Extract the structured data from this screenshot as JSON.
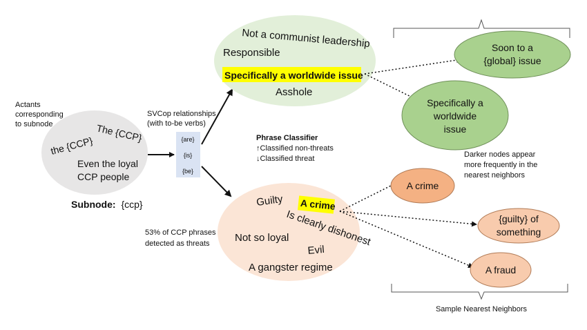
{
  "actants_label": [
    "Actants",
    "corresponding",
    "to subnode"
  ],
  "subnode": {
    "phrases": [
      "The {CCP}",
      "the {CCP}",
      "Even the loyal",
      "CCP people"
    ],
    "caption_bold": "Subnode:",
    "caption_value": "{ccp}"
  },
  "svcop": {
    "label": [
      "SVCop relationships",
      "(with to-be verbs)"
    ],
    "verbs": [
      "{are}",
      "{is}",
      "{be}"
    ]
  },
  "classifier": {
    "title": "Phrase Classifier",
    "up_line": "↑Classified non-threats",
    "down_line": "↓Classified threat"
  },
  "nonthreat_cluster": {
    "phrases": [
      "Not a communist leadership",
      "Responsible",
      "Specifically a worldwide issue",
      "Asshole"
    ],
    "color": "#e2efd9",
    "highlight": "#ffff00"
  },
  "threat_cluster": {
    "phrases": [
      "Guilty",
      "A crime",
      "Is clearly dishonest",
      "Not so loyal",
      "Evil",
      "A gangster regime"
    ],
    "color": "#fbe5d6"
  },
  "threat_stat": [
    "53% of CCP phrases",
    "detected as threats"
  ],
  "neighbors": {
    "green": [
      {
        "lines": [
          "Soon to a",
          "{global} issue"
        ],
        "fill": "#a9d18e"
      },
      {
        "lines": [
          "Specifically a",
          "worldwide",
          "issue"
        ],
        "fill": "#a9d18e"
      }
    ],
    "orange": [
      {
        "lines": [
          "A crime"
        ],
        "fill": "#f4b183"
      },
      {
        "lines": [
          "{guilty} of",
          "something"
        ],
        "fill": "#f8cbad"
      },
      {
        "lines": [
          "A fraud"
        ],
        "fill": "#f8cbad"
      }
    ],
    "darker_note": [
      "Darker nodes appear",
      "more frequently in the",
      "nearest neighbors"
    ],
    "caption": "Sample Nearest Neighbors"
  }
}
